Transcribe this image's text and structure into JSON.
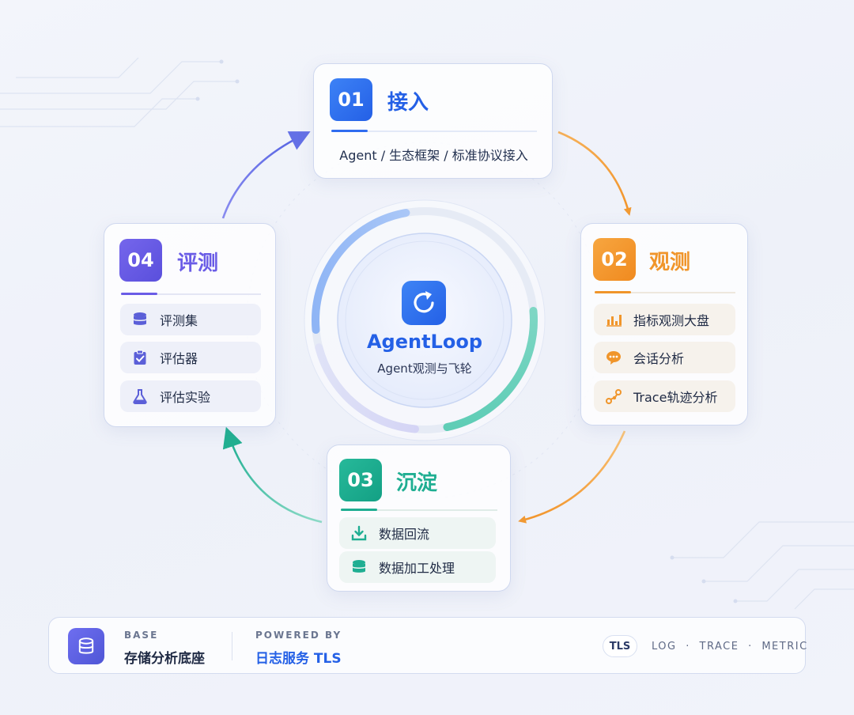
{
  "center": {
    "title": "AgentLoop",
    "subtitle": "Agent观测与飞轮",
    "icon": "refresh-icon"
  },
  "stages": {
    "s1": {
      "number": "01",
      "title": "接入",
      "description": "Agent / 生态框架 / 标准协议接入",
      "color": "#2f6cf0"
    },
    "s2": {
      "number": "02",
      "title": "观测",
      "color": "#f0952a",
      "items": [
        {
          "label": "指标观测大盘",
          "icon": "bar-chart-icon"
        },
        {
          "label": "会话分析",
          "icon": "chat-bubble-icon"
        },
        {
          "label": "Trace轨迹分析",
          "icon": "trace-path-icon"
        }
      ]
    },
    "s3": {
      "number": "03",
      "title": "沉淀",
      "color": "#1fae92",
      "items": [
        {
          "label": "数据回流",
          "icon": "download-icon"
        },
        {
          "label": "数据加工处理",
          "icon": "database-icon"
        }
      ]
    },
    "s4": {
      "number": "04",
      "title": "评测",
      "color": "#6a5ce6",
      "items": [
        {
          "label": "评测集",
          "icon": "database-icon"
        },
        {
          "label": "评估器",
          "icon": "clipboard-check-icon"
        },
        {
          "label": "评估实验",
          "icon": "flask-icon"
        }
      ]
    }
  },
  "footer": {
    "base_caption": "BASE",
    "base_value": "存储分析底座",
    "powered_caption": "POWERED BY",
    "powered_value": "日志服务 TLS",
    "badge": "TLS",
    "tags": [
      "LOG",
      "TRACE",
      "METRIC"
    ],
    "separator": "·"
  }
}
